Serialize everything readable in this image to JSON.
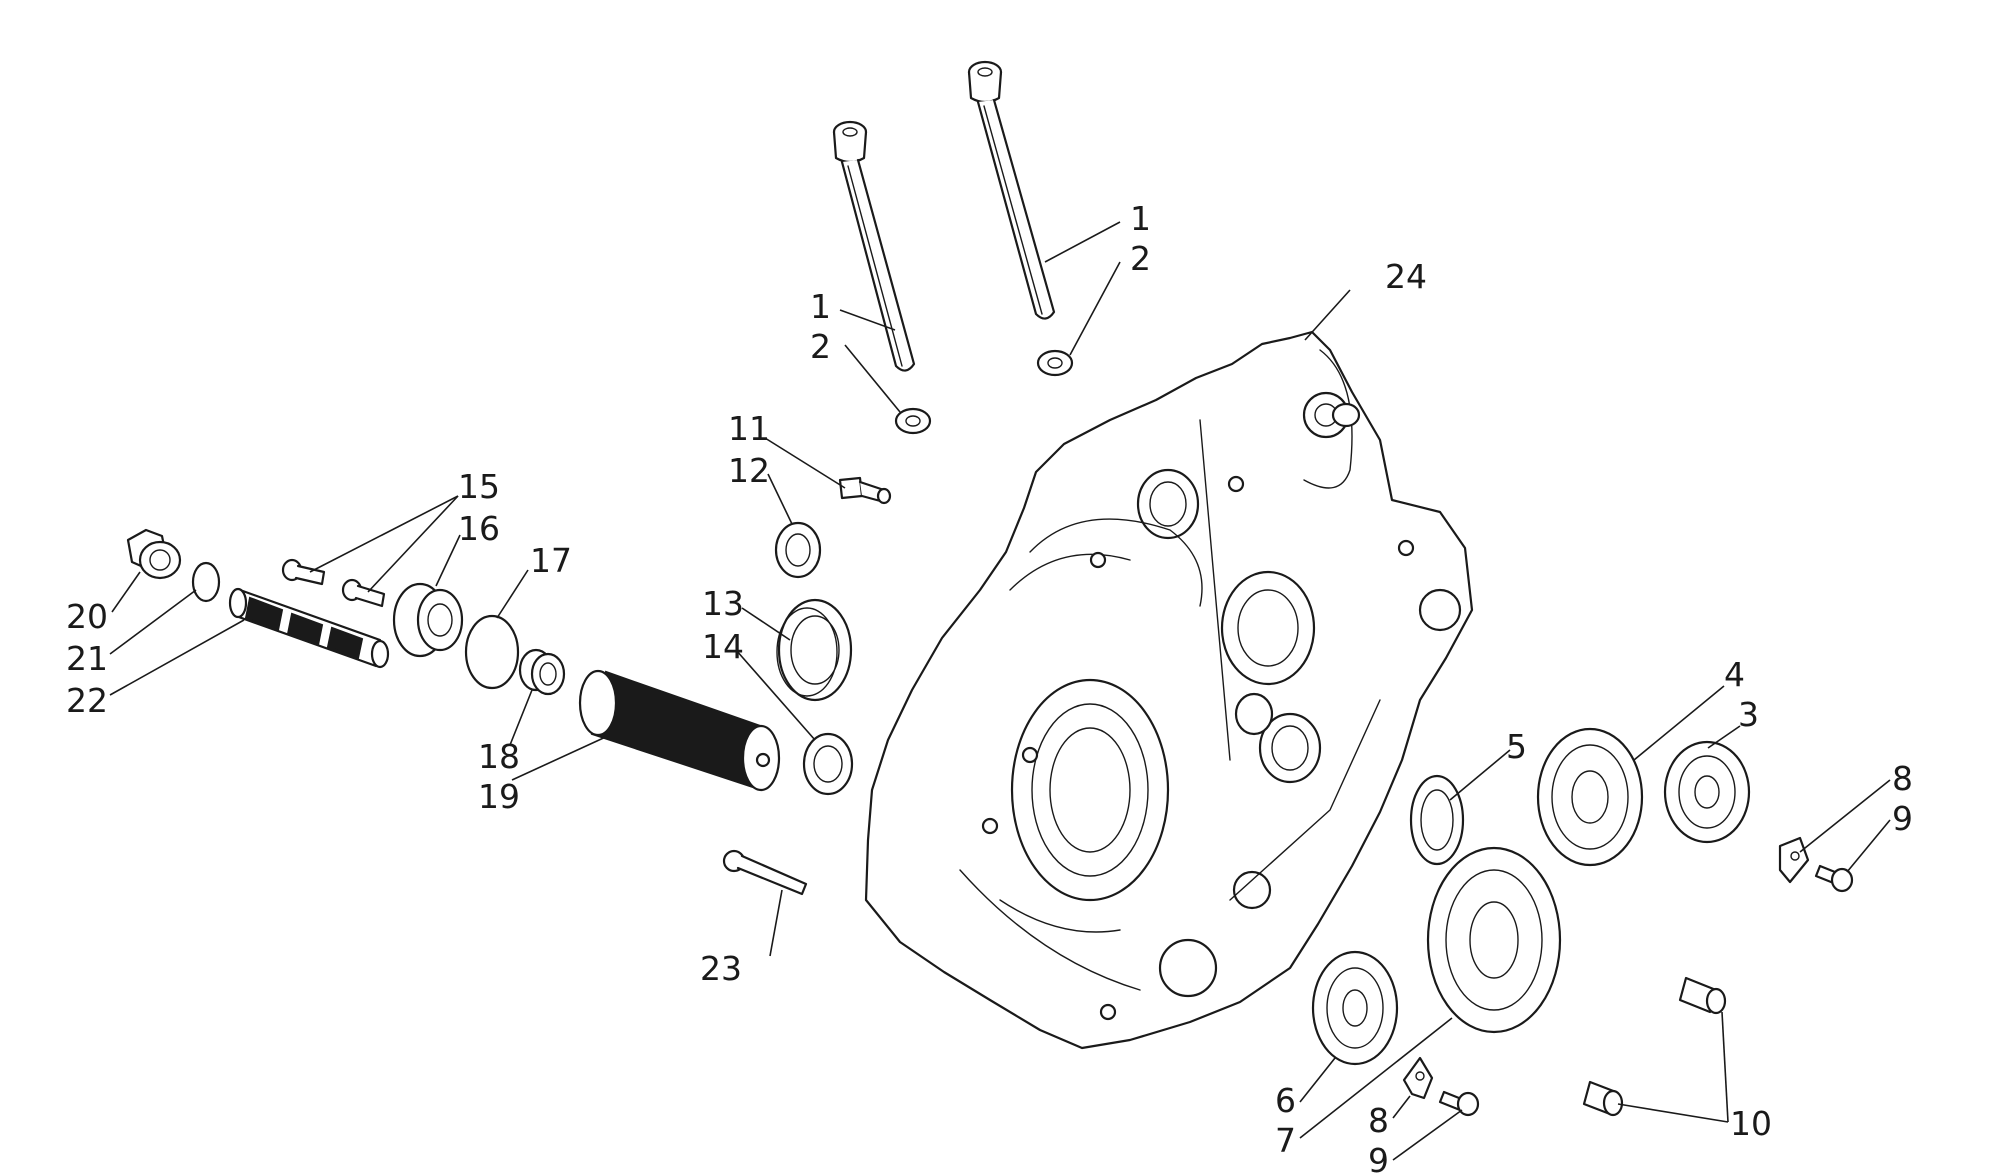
{
  "diagram": {
    "callouts": [
      "1",
      "2",
      "1",
      "2",
      "24",
      "11",
      "12",
      "15",
      "16",
      "17",
      "13",
      "14",
      "20",
      "21",
      "22",
      "18",
      "19",
      "5",
      "4",
      "3",
      "8",
      "9",
      "23",
      "6",
      "7",
      "8",
      "9",
      "10"
    ]
  },
  "colors": {
    "ink": "#1a1a1a",
    "background": "#ffffff"
  }
}
